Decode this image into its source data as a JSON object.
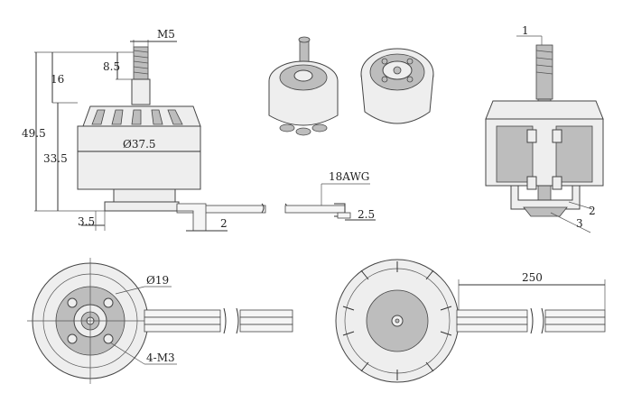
{
  "dimensions": {
    "shaft_thread": "M5",
    "thread_length": "8.5",
    "shaft_height": "16",
    "total_height": "49.5",
    "body_height": "33.5",
    "body_diameter": "Ø37.5",
    "base_height": "3.5",
    "wire_gauge": "18AWG",
    "wire_offset": "2",
    "wire_end": "2.5",
    "section_callout_1": "1",
    "section_callout_2": "2",
    "section_callout_3": "3",
    "mount_circle": "Ø19",
    "mount_holes": "4-M3",
    "lead_length": "250"
  }
}
